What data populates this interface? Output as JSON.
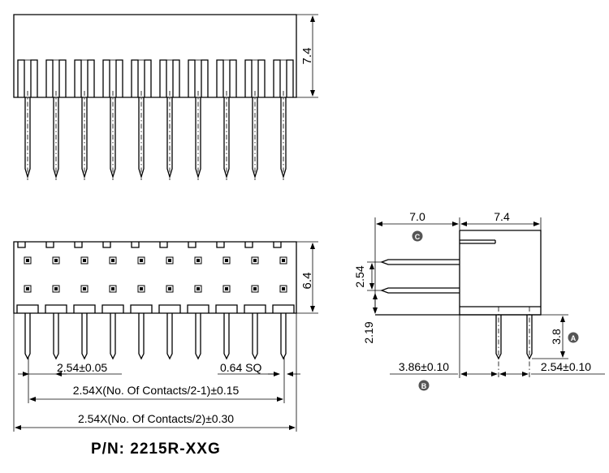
{
  "drawing": {
    "part_number": "P/N: 2215R-XXG",
    "front_view": {
      "height_label": "7.4"
    },
    "bottom_view": {
      "height_label": "6.4",
      "pitch_label": "2.54±0.05",
      "pin_size_label": "0.64 SQ",
      "row_span_label": "2.54X(No. Of Contacts/2-1)±0.15",
      "overall_label": "2.54X(No. Of Contacts/2)±0.30"
    },
    "side_view": {
      "width_a_label": "7.0",
      "width_b_label": "7.4",
      "row_pitch_label": "2.54",
      "offset_label": "2.19",
      "pin_height_label": "3.8",
      "hole_offset_label": "3.86±0.10",
      "hole_pitch_label": "2.54±0.10",
      "datum_a": "A",
      "datum_b": "B",
      "datum_c": "C"
    }
  },
  "pin_count_per_row": 10
}
